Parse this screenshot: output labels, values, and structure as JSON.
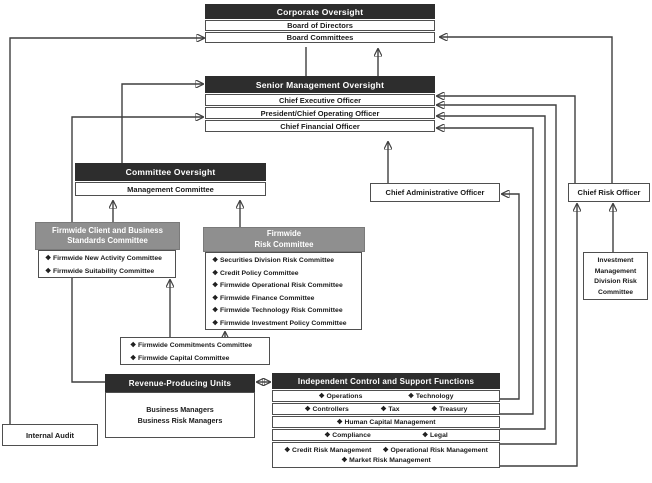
{
  "colors": {
    "header_dark": "#2d2d2d",
    "header_gray": "#8f8f8f",
    "line": "#3f3f3f"
  },
  "corporate": {
    "title": "Corporate Oversight",
    "rows": [
      "Board of Directors",
      "Board Committees"
    ]
  },
  "senior": {
    "title": "Senior Management Oversight",
    "rows": [
      "Chief Executive Officer",
      "President/Chief Operating Officer",
      "Chief Financial Officer"
    ]
  },
  "committee": {
    "title": "Committee Oversight",
    "rows": [
      "Management Committee"
    ]
  },
  "cao": {
    "label": "Chief Administrative Officer"
  },
  "cro": {
    "label": "Chief Risk Officer"
  },
  "fcbs": {
    "title_line1": "Firmwide Client and Business",
    "title_line2": "Standards Committee",
    "items": [
      "❖ Firmwide New Activity Committee",
      "❖ Firmwide Suitability Committee"
    ]
  },
  "frc": {
    "title_line1": "Firmwide",
    "title_line2": "Risk Committee",
    "items": [
      "❖ Securities Division Risk Committee",
      "❖ Credit Policy Committee",
      "❖ Firmwide Operational Risk Committee",
      "❖ Firmwide Finance Committee",
      "❖ Firmwide Technology Risk Committee",
      "❖ Firmwide Investment Policy Committee"
    ]
  },
  "commitments": {
    "items": [
      "❖ Firmwide Commitments Committee",
      "❖ Firmwide Capital Committee"
    ]
  },
  "rpu": {
    "title": "Revenue-Producing Units",
    "body": [
      "Business Managers",
      "Business Risk Managers"
    ]
  },
  "ic": {
    "title": "Independent Control and Support Functions",
    "groups": [
      [
        "❖ Operations",
        "❖ Technology"
      ],
      [
        "❖ Controllers",
        "❖ Tax",
        "❖ Treasury"
      ],
      [
        "❖ Human Capital Management"
      ],
      [
        "❖ Compliance",
        "❖ Legal"
      ],
      [
        "❖ Credit Risk Management",
        "❖ Operational Risk Management",
        "❖ Market Risk Management"
      ]
    ]
  },
  "internal_audit": {
    "label": "Internal Audit"
  },
  "imd": {
    "lines": [
      "Investment",
      "Management",
      "Division Risk",
      "Committee"
    ]
  }
}
